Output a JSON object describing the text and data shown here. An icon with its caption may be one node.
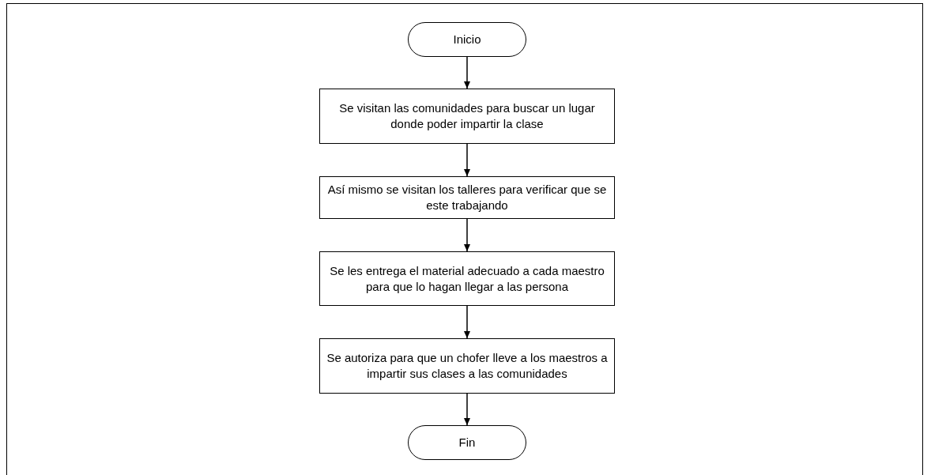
{
  "diagram": {
    "nodes": [
      {
        "text": [
          "Inicio"
        ]
      },
      {
        "text": [
          "Se visitan las comunidades para buscar un lugar donde poder impartir la clase"
        ]
      },
      {
        "text": [
          "Así mismo se visitan los talleres para verificar que se este trabajando"
        ]
      },
      {
        "text": [
          "Se les entrega el material adecuado a cada maestro para que lo hagan llegar a las persona"
        ]
      },
      {
        "text": [
          "Se autoriza para que un chofer lleve a los maestros a impartir sus clases a las comunidades"
        ]
      },
      {
        "text": [
          "Fin"
        ]
      }
    ],
    "edges": [
      {
        "from": 0,
        "to": 1,
        "arrow": "to"
      },
      {
        "from": 1,
        "to": 2,
        "arrow": "to"
      },
      {
        "from": 2,
        "to": 3,
        "arrow": "to"
      },
      {
        "from": 3,
        "to": 4,
        "arrow": "to"
      },
      {
        "from": 4,
        "to": 5,
        "arrow": "to"
      }
    ]
  }
}
